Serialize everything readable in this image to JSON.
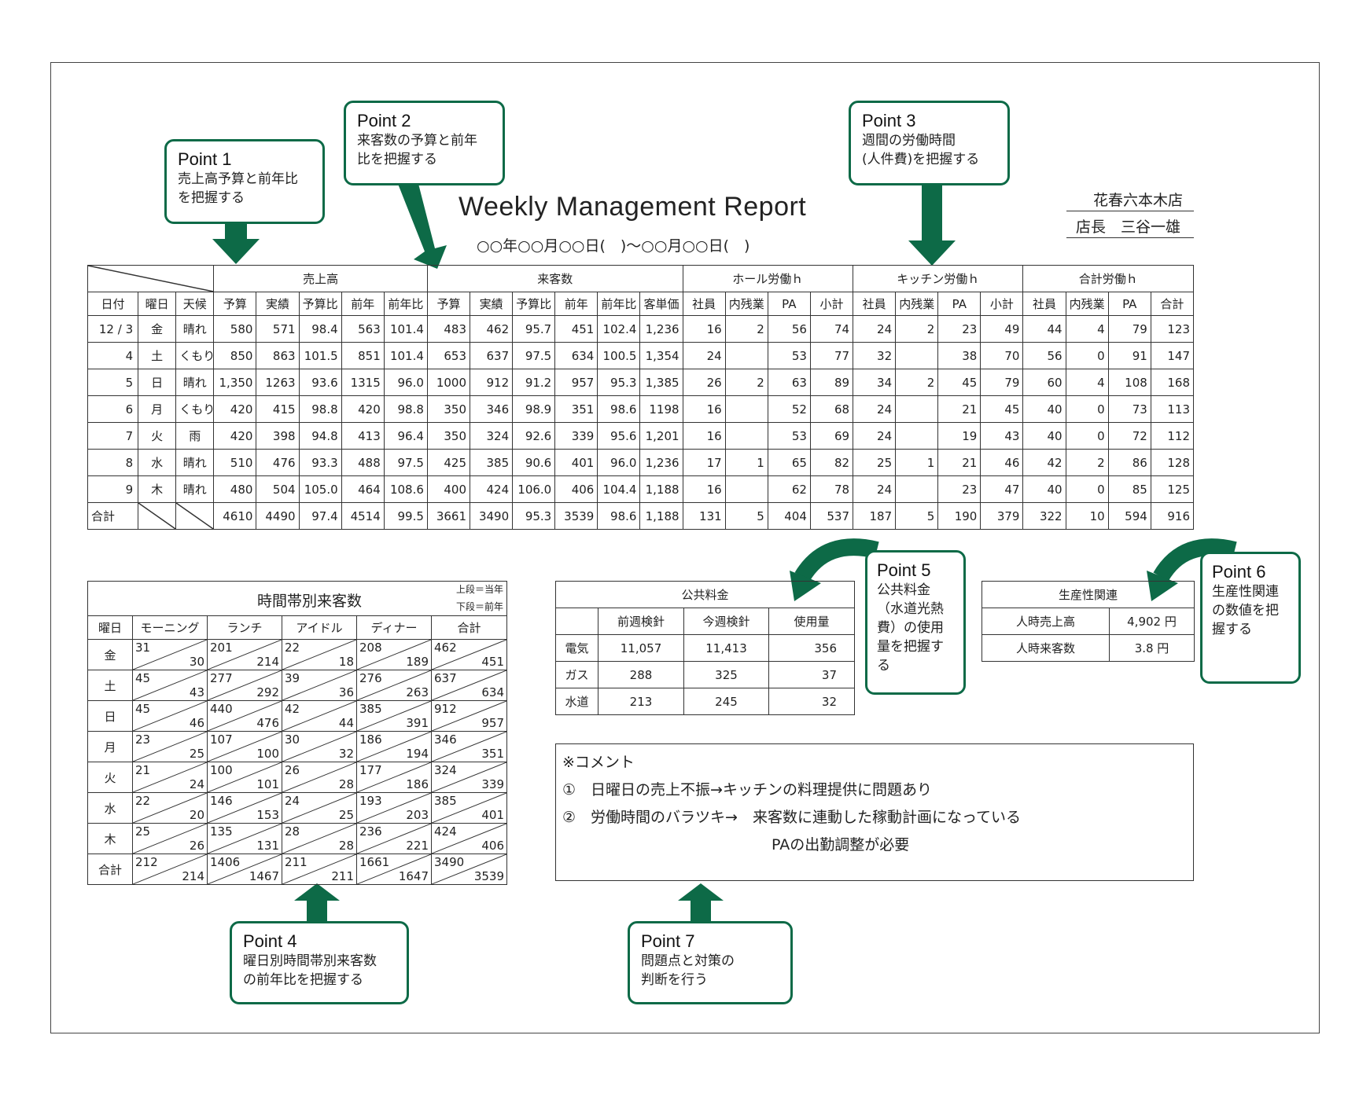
{
  "title": "Weekly Management Report",
  "date_range": "○○年○○月○○日(　)〜○○月○○日(　)",
  "store": {
    "name": "花春六本木店",
    "manager": "店長　三谷一雄"
  },
  "callouts": [
    {
      "id": "point1",
      "label": "Point 1",
      "desc": "売上高予算と前年比\nを把握する"
    },
    {
      "id": "point2",
      "label": "Point 2",
      "desc": "来客数の予算と前年\n比を把握する"
    },
    {
      "id": "point3",
      "label": "Point 3",
      "desc": "週間の労働時間\n(人件費)を把握する"
    },
    {
      "id": "point4",
      "label": "Point 4",
      "desc": "曜日別時間帯別来客数\nの前年比を把握する"
    },
    {
      "id": "point5",
      "label": "Point 5",
      "desc": "公共料金\n（水道光熱\n費）の使用\n量を把握す\nる"
    },
    {
      "id": "point6",
      "label": "Point 6",
      "desc": "生産性関連\nの数値を把\n握する"
    },
    {
      "id": "point7",
      "label": "Point 7",
      "desc": "問題点と対策の\n判断を行う"
    }
  ],
  "main_table": {
    "groups": [
      "売上高",
      "来客数",
      "ホール労働ｈ",
      "キッチン労働ｈ",
      "合計労働ｈ"
    ],
    "columns": [
      "日付",
      "曜日",
      "天候",
      "予算",
      "実績",
      "予算比",
      "前年",
      "前年比",
      "予算",
      "実績",
      "予算比",
      "前年",
      "前年比",
      "客単価",
      "社員",
      "内残業",
      "PA",
      "小計",
      "社員",
      "内残業",
      "PA",
      "小計",
      "社員",
      "内残業",
      "PA",
      "合計"
    ],
    "rows": [
      [
        "12 / 3",
        "金",
        "晴れ",
        "580",
        "571",
        "98.4",
        "563",
        "101.4",
        "483",
        "462",
        "95.7",
        "451",
        "102.4",
        "1,236",
        "16",
        "2",
        "56",
        "74",
        "24",
        "2",
        "23",
        "49",
        "44",
        "4",
        "79",
        "123"
      ],
      [
        "4",
        "土",
        "くもり",
        "850",
        "863",
        "101.5",
        "851",
        "101.4",
        "653",
        "637",
        "97.5",
        "634",
        "100.5",
        "1,354",
        "24",
        "",
        "53",
        "77",
        "32",
        "",
        "38",
        "70",
        "56",
        "0",
        "91",
        "147"
      ],
      [
        "5",
        "日",
        "晴れ",
        "1,350",
        "1263",
        "93.6",
        "1315",
        "96.0",
        "1000",
        "912",
        "91.2",
        "957",
        "95.3",
        "1,385",
        "26",
        "2",
        "63",
        "89",
        "34",
        "2",
        "45",
        "79",
        "60",
        "4",
        "108",
        "168"
      ],
      [
        "6",
        "月",
        "くもり",
        "420",
        "415",
        "98.8",
        "420",
        "98.8",
        "350",
        "346",
        "98.9",
        "351",
        "98.6",
        "1198",
        "16",
        "",
        "52",
        "68",
        "24",
        "",
        "21",
        "45",
        "40",
        "0",
        "73",
        "113"
      ],
      [
        "7",
        "火",
        "雨",
        "420",
        "398",
        "94.8",
        "413",
        "96.4",
        "350",
        "324",
        "92.6",
        "339",
        "95.6",
        "1,201",
        "16",
        "",
        "53",
        "69",
        "24",
        "",
        "19",
        "43",
        "40",
        "0",
        "72",
        "112"
      ],
      [
        "8",
        "水",
        "晴れ",
        "510",
        "476",
        "93.3",
        "488",
        "97.5",
        "425",
        "385",
        "90.6",
        "401",
        "96.0",
        "1,236",
        "17",
        "1",
        "65",
        "82",
        "25",
        "1",
        "21",
        "46",
        "42",
        "2",
        "86",
        "128"
      ],
      [
        "9",
        "木",
        "晴れ",
        "480",
        "504",
        "105.0",
        "464",
        "108.6",
        "400",
        "424",
        "106.0",
        "406",
        "104.4",
        "1,188",
        "16",
        "",
        "62",
        "78",
        "24",
        "",
        "23",
        "47",
        "40",
        "0",
        "85",
        "125"
      ]
    ],
    "total": [
      "合計",
      "",
      "",
      "4610",
      "4490",
      "97.4",
      "4514",
      "99.5",
      "3661",
      "3490",
      "95.3",
      "3539",
      "98.6",
      "1,188",
      "131",
      "5",
      "404",
      "537",
      "187",
      "5",
      "190",
      "379",
      "322",
      "10",
      "594",
      "916"
    ]
  },
  "timeslot_table": {
    "title": "時間帯別来客数",
    "note_top": "上段＝当年",
    "note_bottom": "下段＝前年",
    "columns": [
      "曜日",
      "モーニング",
      "ランチ",
      "アイドル",
      "ディナー",
      "合計"
    ],
    "rows": [
      {
        "day": "金",
        "cells": [
          [
            "31",
            "30"
          ],
          [
            "201",
            "214"
          ],
          [
            "22",
            "18"
          ],
          [
            "208",
            "189"
          ],
          [
            "462",
            "451"
          ]
        ]
      },
      {
        "day": "土",
        "cells": [
          [
            "45",
            "43"
          ],
          [
            "277",
            "292"
          ],
          [
            "39",
            "36"
          ],
          [
            "276",
            "263"
          ],
          [
            "637",
            "634"
          ]
        ]
      },
      {
        "day": "日",
        "cells": [
          [
            "45",
            "46"
          ],
          [
            "440",
            "476"
          ],
          [
            "42",
            "44"
          ],
          [
            "385",
            "391"
          ],
          [
            "912",
            "957"
          ]
        ]
      },
      {
        "day": "月",
        "cells": [
          [
            "23",
            "25"
          ],
          [
            "107",
            "100"
          ],
          [
            "30",
            "32"
          ],
          [
            "186",
            "194"
          ],
          [
            "346",
            "351"
          ]
        ]
      },
      {
        "day": "火",
        "cells": [
          [
            "21",
            "24"
          ],
          [
            "100",
            "101"
          ],
          [
            "26",
            "28"
          ],
          [
            "177",
            "186"
          ],
          [
            "324",
            "339"
          ]
        ]
      },
      {
        "day": "水",
        "cells": [
          [
            "22",
            "20"
          ],
          [
            "146",
            "153"
          ],
          [
            "24",
            "25"
          ],
          [
            "193",
            "203"
          ],
          [
            "385",
            "401"
          ]
        ]
      },
      {
        "day": "木",
        "cells": [
          [
            "25",
            "26"
          ],
          [
            "135",
            "131"
          ],
          [
            "28",
            "28"
          ],
          [
            "236",
            "221"
          ],
          [
            "424",
            "406"
          ]
        ]
      },
      {
        "day": "合計",
        "cells": [
          [
            "212",
            "214"
          ],
          [
            "1406",
            "1467"
          ],
          [
            "211",
            "211"
          ],
          [
            "1661",
            "1647"
          ],
          [
            "3490",
            "3539"
          ]
        ]
      }
    ]
  },
  "utility_table": {
    "title": "公共料金",
    "columns": [
      "前週検針",
      "今週検針",
      "使用量"
    ],
    "rows": [
      {
        "name": "電気",
        "values": [
          "11,057",
          "11,413",
          "356"
        ]
      },
      {
        "name": "ガス",
        "values": [
          "288",
          "325",
          "37"
        ]
      },
      {
        "name": "水道",
        "values": [
          "213",
          "245",
          "32"
        ]
      }
    ]
  },
  "productivity_table": {
    "title": "生産性関連",
    "rows": [
      {
        "name": "人時売上高",
        "value": "4,902 円"
      },
      {
        "name": "人時来客数",
        "value": "3.8 円"
      }
    ]
  },
  "comment": {
    "header": "※コメント",
    "lines": [
      "①　日曜日の売上不振→キッチンの料理提供に問題あり",
      "②　労働時間のバラツキ→　来客数に連動した稼動計画になっている",
      "　　　　　　　　　　　　　　PAの出勤調整が必要"
    ]
  },
  "colors": {
    "accent": "#0d6a47"
  }
}
